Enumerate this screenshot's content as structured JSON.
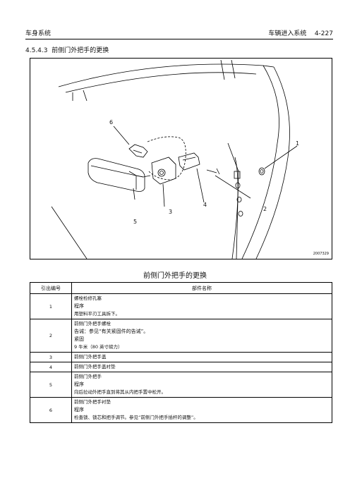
{
  "header": {
    "left": "车身系统",
    "right": "车辆进入系统    4-227"
  },
  "section_title": "4.5.4.3  前侧门外把手的更换",
  "figure": {
    "code": "2007329",
    "callouts": [
      "1",
      "2",
      "3",
      "4",
      "5",
      "6"
    ]
  },
  "table": {
    "title": "前侧门外把手的更换",
    "headers": [
      "引出编号",
      "部件名称"
    ],
    "rows": [
      {
        "num": "1",
        "lines": [
          "螺栓检修孔塞",
          "程序",
          "用塑料平刃工具拆下。"
        ]
      },
      {
        "num": "2",
        "lines": [
          "前侧门外把手螺栓",
          "告诫：参见“有关紧固件的告诫”。",
          "紧固",
          "9 牛米（80 英寸磅力）"
        ]
      },
      {
        "num": "3",
        "lines": [
          "前侧门外把手盖"
        ]
      },
      {
        "num": "4",
        "lines": [
          "前侧门外把手盖衬垫"
        ]
      },
      {
        "num": "5",
        "lines": [
          "前侧门外把手",
          "程序",
          "向后拉动外把手直到将其从内把手置中松开。"
        ]
      },
      {
        "num": "6",
        "lines": [
          "前侧门外把手衬垫",
          "程序",
          "检查锁、锁芯和把手调节。参见“前侧门外把手插杆的调整”。"
        ]
      }
    ]
  }
}
